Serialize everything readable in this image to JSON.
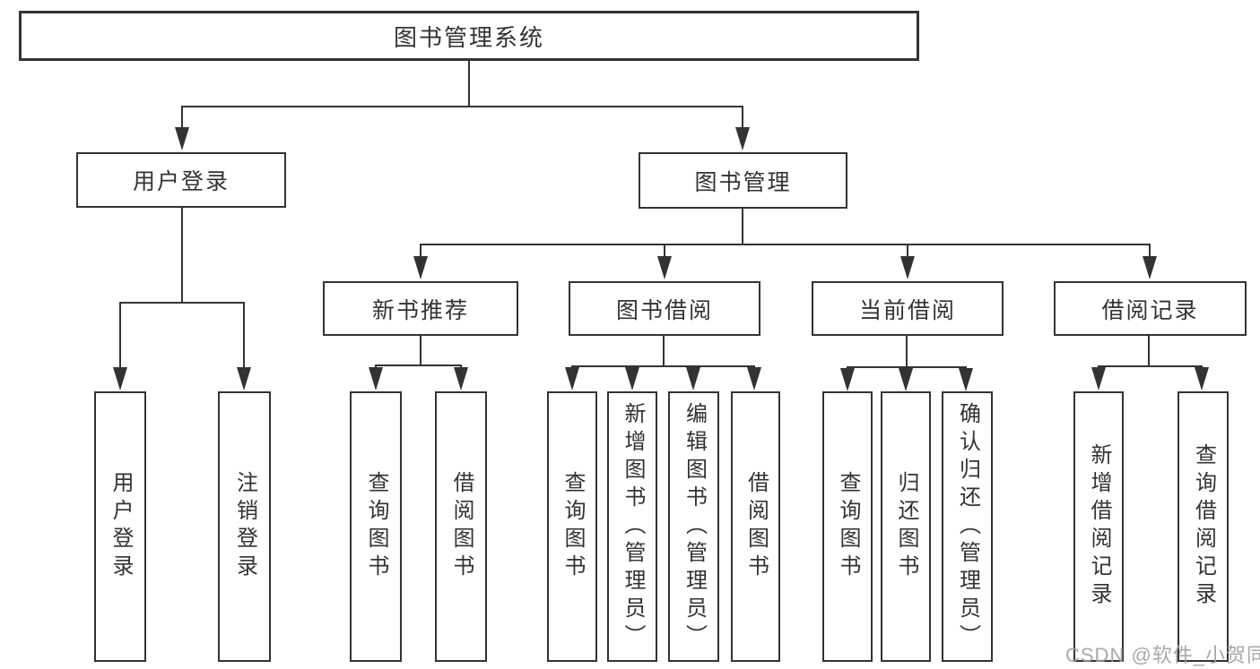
{
  "tree": {
    "root": {
      "label": "图书管理系统"
    },
    "branches": [
      {
        "label": "用户登录",
        "children": [
          {
            "label": "用户登录"
          },
          {
            "label": "注销登录"
          }
        ]
      },
      {
        "label": "图书管理",
        "children": [
          {
            "label": "新书推荐",
            "children": [
              {
                "label": "查询图书"
              },
              {
                "label": "借阅图书"
              }
            ]
          },
          {
            "label": "图书借阅",
            "children": [
              {
                "label": "查询图书"
              },
              {
                "label": "新增图书（管理员）"
              },
              {
                "label": "编辑图书（管理员）"
              },
              {
                "label": "借阅图书"
              }
            ]
          },
          {
            "label": "当前借阅",
            "children": [
              {
                "label": "查询图书"
              },
              {
                "label": "归还图书"
              },
              {
                "label": "确认归还（管理员）"
              }
            ]
          },
          {
            "label": "借阅记录",
            "children": [
              {
                "label": "新增借阅记录"
              },
              {
                "label": "查询借阅记录"
              }
            ]
          }
        ]
      }
    ]
  },
  "watermark": "CSDN @软件_小贺同学",
  "colors": {
    "line": "#333333",
    "border": "#333333",
    "box_bg": "#ffffff",
    "text": "#333333",
    "watermark": "#9e9e9e",
    "background": "#ffffff"
  }
}
